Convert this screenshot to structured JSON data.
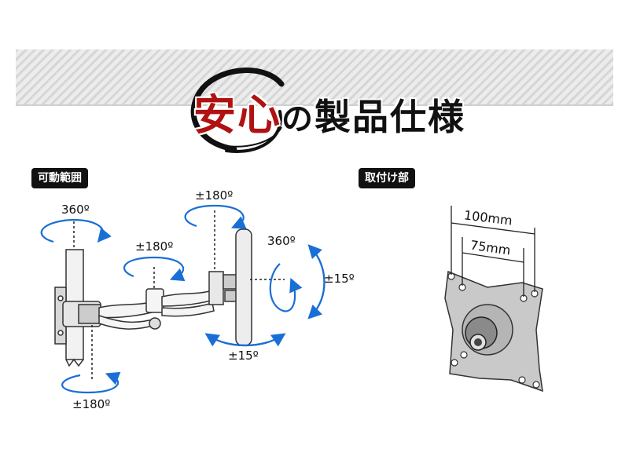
{
  "title": {
    "part1": "安心",
    "part2": "の",
    "part3": "製品仕様"
  },
  "left_panel": {
    "badge": "可動範囲",
    "labels": {
      "top_left_rotation": "360º",
      "bottom_rotation": "±180º",
      "middle_rotation": "±180º",
      "top_right_rotation": "±180º",
      "panel_rotation": "360º",
      "vertical_tilt": "±15º",
      "horizontal_tilt": "±15º"
    }
  },
  "right_panel": {
    "badge": "取付け部",
    "dimension_outer": "100mm",
    "dimension_inner": "75mm"
  },
  "colors": {
    "arrow_blue": "#1a6fd6",
    "title_red": "#b01212",
    "badge_bg": "#111111"
  }
}
